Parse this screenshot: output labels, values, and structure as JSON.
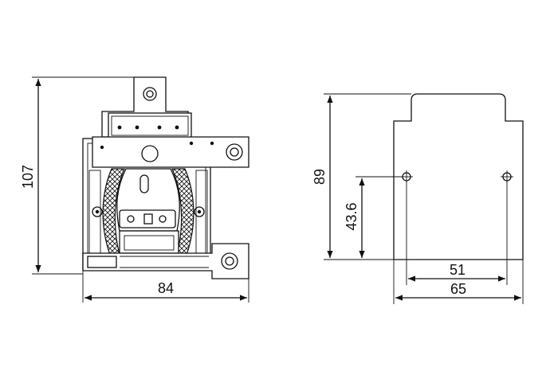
{
  "drawing": {
    "front_view": {
      "height_label": "107",
      "width_label": "84"
    },
    "side_view": {
      "height_label": "89",
      "hole_height_label": "43.6",
      "hole_spacing_label": "51",
      "width_label": "65"
    }
  }
}
